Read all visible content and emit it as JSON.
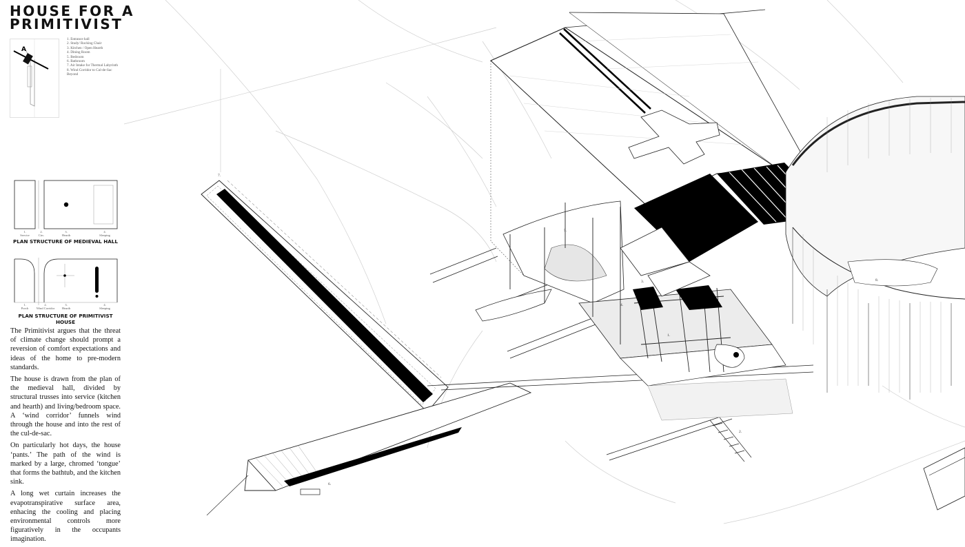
{
  "title": {
    "line1": "HOUSE FOR A",
    "line2": "PRIMITIVIST"
  },
  "key_diagram": {
    "section_label": "A"
  },
  "legend": [
    "1. Entrance hall",
    "2. Study/ Rocking Chair",
    "3. Kitchen / Open Hearth",
    "4. Dining Room",
    "5. Bedroom",
    "6. Bathroom",
    "7. Air Intake for Thermal Labyrinth",
    "8. Wind Corridor to Cul-de-Sac",
    "Beyond"
  ],
  "plans": {
    "medieval": {
      "caption": "PLAN STRUCTURE OF MEDIEVAL HALL",
      "labels": [
        "1.\nService",
        "2.\nCirc.",
        "3.\nHearth",
        "4.\nSleeping"
      ]
    },
    "primitivist": {
      "caption": "PLAN STRUCTURE OF PRIMITIVIST HOUSE",
      "labels": [
        "1.\nPorch",
        "2.\nWind Corridor",
        "3.\nHearth",
        "4.\nSleeping"
      ]
    }
  },
  "body_paragraphs": [
    "The Primitivist argues that the threat of climate change should prompt a reversion of comfort expectations and ideas of the home to pre-modern standards.",
    "The house is drawn from the plan of the medieval hall, divided by structural trusses into service (kitchen and hearth) and living/bedroom space. A ‘wind corridor’ funnels wind through the house and into the rest of the cul-de-sac.",
    "On particularly hot days, the house ‘pants.’ The path of the wind is marked by a large, chromed ‘tongue’ that forms the bathtub, and the kitchen sink.",
    "A long wet curtain increases the evapotranspirative surface area, enhacing the cooling and placing environmental controls more figuratively in the occupants imagination."
  ],
  "drawing_labels": [
    "1.",
    "2.",
    "3.",
    "4.",
    "5.",
    "6.",
    "7.",
    "8."
  ]
}
